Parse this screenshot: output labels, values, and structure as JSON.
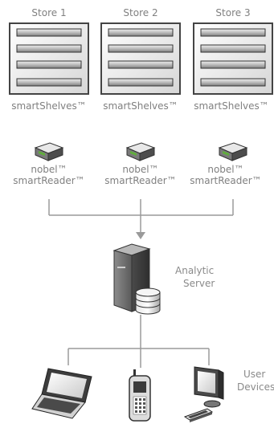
{
  "stores": [
    {
      "store_label": "Store 1",
      "shelves_label": "smartShelves™",
      "reader_line1": "nobel™",
      "reader_line2": "smartReader™"
    },
    {
      "store_label": "Store 2",
      "shelves_label": "smartShelves™",
      "reader_line1": "nobel™",
      "reader_line2": "smartReader™"
    },
    {
      "store_label": "Store 3",
      "shelves_label": "smartShelves™",
      "reader_line1": "nobel™",
      "reader_line2": "smartReader™"
    }
  ],
  "server": {
    "line1": "Analytic",
    "line2": "Server",
    "icon": "server-with-database-icon"
  },
  "devices": {
    "line1": "User",
    "line2": "Devices",
    "items": [
      {
        "icon": "laptop-icon"
      },
      {
        "icon": "mobile-phone-icon"
      },
      {
        "icon": "desktop-computer-icon"
      }
    ]
  },
  "colors": {
    "connector": "#999999",
    "text": "#808080",
    "reader_accent": "#5fae3a"
  }
}
